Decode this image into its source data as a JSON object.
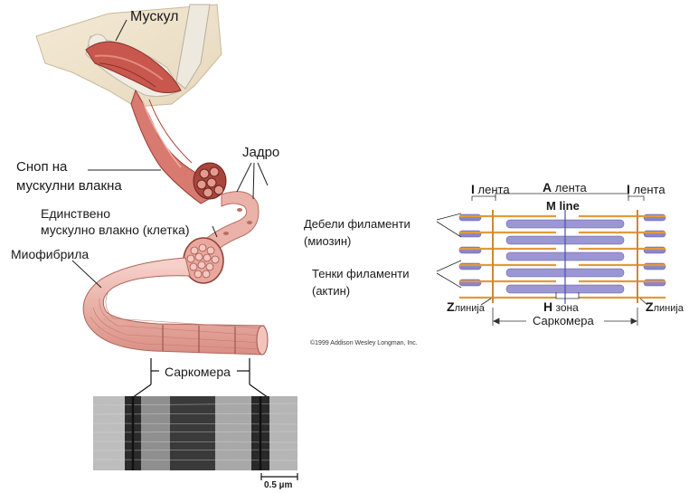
{
  "left": {
    "muscle": "Мускул",
    "bundle_line1": "Сноп на",
    "bundle_line2": "мускулни влакна",
    "nucleus": "Јадро",
    "fiber_line1": "Единствено",
    "fiber_line2": "мускулно влакно (клетка)",
    "myofibril": "Миофибрила",
    "sarcomere": "Саркомера",
    "scale": "0.5 µm"
  },
  "right": {
    "i_band_letter": "I",
    "i_band_word": "лента",
    "a_band_letter": "A",
    "a_band_word": "лента",
    "i_band2_letter": "I",
    "i_band2_word": "лента",
    "m_line": "M line",
    "thick_line1": "Дебели филаменти",
    "thick_line2": "(миозин)",
    "thin_line1": "Тенки филаменти",
    "thin_line2": "(актин)",
    "z_letter": "Z",
    "z_word": "линија",
    "h_letter": "H",
    "h_word": "зона",
    "z2_letter": "Z",
    "z2_word": "линија",
    "sarcomere": "Саркомера",
    "copyright": "©1999 Addison Wesley Longman, Inc."
  }
}
